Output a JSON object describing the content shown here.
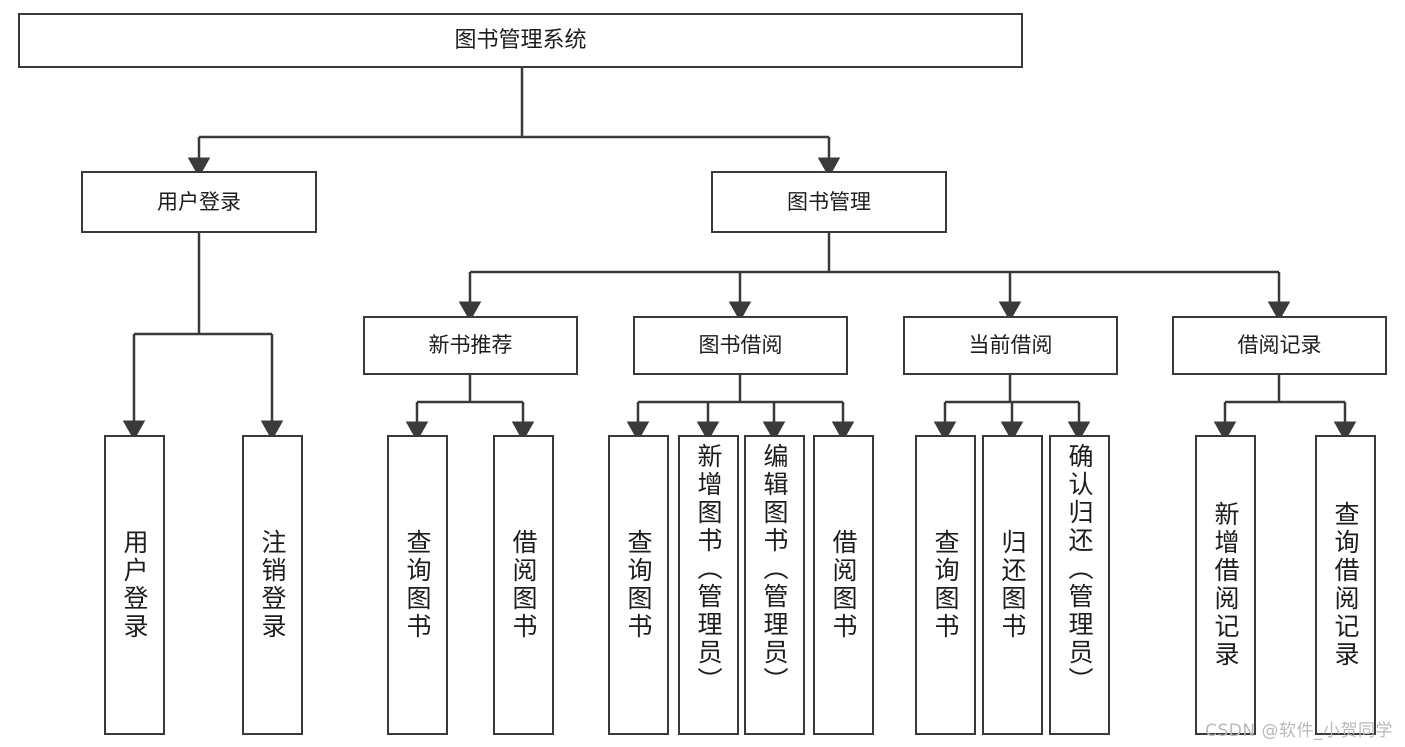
{
  "diagram": {
    "title": "图书管理系统",
    "type": "hierarchy-tree",
    "watermark": "CSDN @软件_小贺同学",
    "colors": {
      "stroke": "#3a3a3a",
      "text": "#1d1d1d",
      "background": "#ffffff",
      "watermark": "#b9b9b9"
    },
    "nodes": {
      "root": {
        "label": "图书管理系统"
      },
      "level2": [
        {
          "label": "用户登录"
        },
        {
          "label": "图书管理"
        }
      ],
      "level3": [
        {
          "label": "新书推荐"
        },
        {
          "label": "图书借阅"
        },
        {
          "label": "当前借阅"
        },
        {
          "label": "借阅记录"
        }
      ],
      "leaves": {
        "user_login": [
          {
            "label": "用户登录"
          },
          {
            "label": "注销登录"
          }
        ],
        "new_book": [
          {
            "label": "查询图书"
          },
          {
            "label": "借阅图书"
          }
        ],
        "book_borrow": [
          {
            "label": "查询图书"
          },
          {
            "label": "新增图书（管理员）"
          },
          {
            "label": "编辑图书（管理员）"
          },
          {
            "label": "借阅图书"
          }
        ],
        "current_borrow": [
          {
            "label": "查询图书"
          },
          {
            "label": "归还图书"
          },
          {
            "label": "确认归还（管理员）"
          }
        ],
        "borrow_record": [
          {
            "label": "新增借阅记录"
          },
          {
            "label": "查询借阅记录"
          }
        ]
      }
    }
  }
}
